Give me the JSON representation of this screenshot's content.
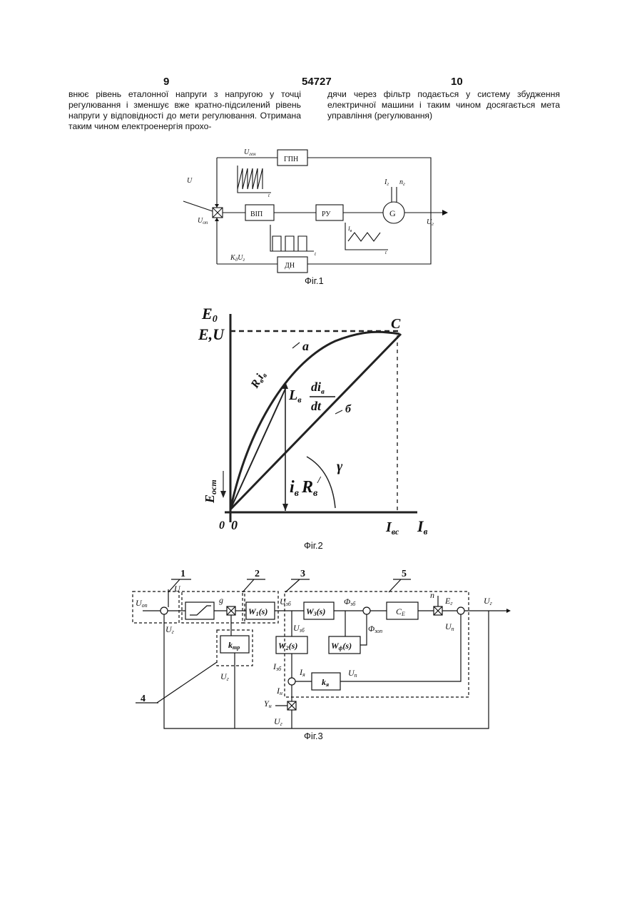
{
  "header": {
    "page_left": "9",
    "patent_no": "54727",
    "page_right": "10"
  },
  "text": {
    "left": "внює рівень еталонної напруги з напругою у точці регулювання і зменшує вже кратно-підсилений рівень напруги у відповідності до мети регулювання. Отримана таким чином електроенергія прохо-",
    "right": "дячи через фільтр подається у систему збудження електричної машини і таким чином досягається мета управління (регулювання)"
  },
  "fig1": {
    "caption": "Фіг.1",
    "labels": {
      "gpn": "ГПН",
      "vip": "ВІП",
      "ru": "РУ",
      "dn": "ДН",
      "gen": "G",
      "u_top": "U",
      "u_top_sub": "ген",
      "u_in": "U",
      "u_op": "U",
      "u_op_sub": "оп",
      "kd_ur": "K",
      "kd_sub": "д",
      "ur_end": "U",
      "ur_sub": "г",
      "ur_tail": "U",
      "ur_tail_sub": "г",
      "ig": "I",
      "ig_sub": "г",
      "ng": "n",
      "ng_sub": "г",
      "t": "t",
      "ib": "I",
      "ib_sub": "в"
    }
  },
  "fig2": {
    "caption": "Фіг.2",
    "labels": {
      "e0": "E",
      "e0_sub": "0",
      "eu": "E,U",
      "c": "C",
      "a": "a",
      "b": "б",
      "rv": "R",
      "rv_sub": "в",
      "rv2": "i",
      "rv2_sub": "в",
      "ldi": "L",
      "ldi_sub": "в",
      "di": "di",
      "di_sub": "в",
      "dt": "dt",
      "iv": "i",
      "iv_sub": "в",
      "rv3": "R",
      "rv3_sub": "в",
      "prime": "/",
      "gamma": "γ",
      "eost": "E",
      "eost_sub": "ост",
      "zero": "0",
      "ivc": "I",
      "ivc_sub": "вс",
      "iv_axis": "I",
      "iv_axis_sub": "в"
    }
  },
  "fig3": {
    "caption": "Фіг.3",
    "callouts": [
      "1",
      "2",
      "3",
      "4",
      "5"
    ],
    "blocks": {
      "w1": "W",
      "w1_sub": "1",
      "w3": "W",
      "w3_sub": "3",
      "w2": "W",
      "w2_sub": "2",
      "w4": "W",
      "w4_sub": "ф",
      "ce": "C",
      "ce_sub": "E",
      "ktr": "k",
      "ktr_sub": "тр",
      "kn": "k",
      "kn_sub": "я",
      "s": "(s)"
    },
    "signals": {
      "uop": "U",
      "uop_sub": "оп",
      "u": "U",
      "ur": "U",
      "ur_sub": "г",
      "g": "g",
      "u_vb": "U",
      "u_vb_sub": "зб",
      "phi_vb": "Φ",
      "phi_vb_sub": "зб",
      "phi_zop": "Φ",
      "phi_zop_sub": "зоп",
      "n": "n",
      "eg": "E",
      "eg_sub": "г",
      "un": "U",
      "un_sub": "п",
      "iv6": "I",
      "iv6_sub": "зб",
      "ia": "I",
      "ia_sub": "я",
      "in": "I",
      "in_sub": "н",
      "yn": "Y",
      "yn_sub": "н",
      "u_out": "U",
      "u_out_sub": "г",
      "ud": "U",
      "ud_sub": "п"
    }
  }
}
